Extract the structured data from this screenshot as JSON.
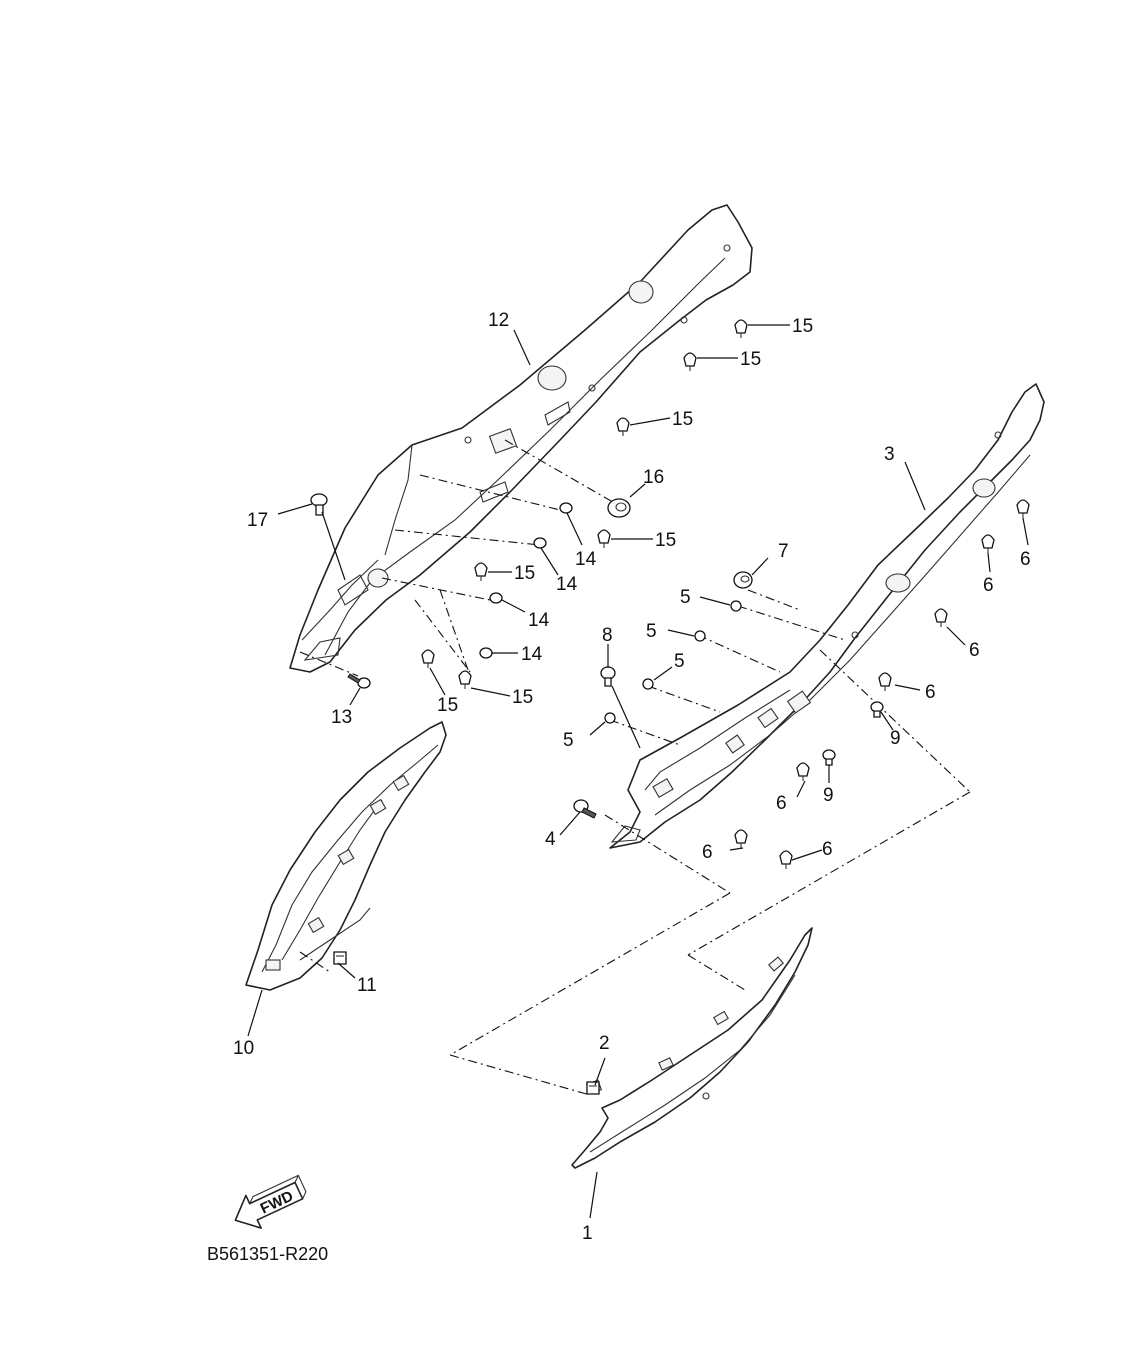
{
  "callouts": {
    "c1": "1",
    "c2": "2",
    "c3": "3",
    "c4": "4",
    "c5": "5",
    "c6": "6",
    "c7": "7",
    "c8": "8",
    "c9": "9",
    "c10": "10",
    "c11": "11",
    "c12": "12",
    "c13": "13",
    "c14": "14",
    "c15": "15",
    "c16": "16",
    "c17": "17"
  },
  "fwd_label": "FWD",
  "diagram_code": "B561351-R220"
}
